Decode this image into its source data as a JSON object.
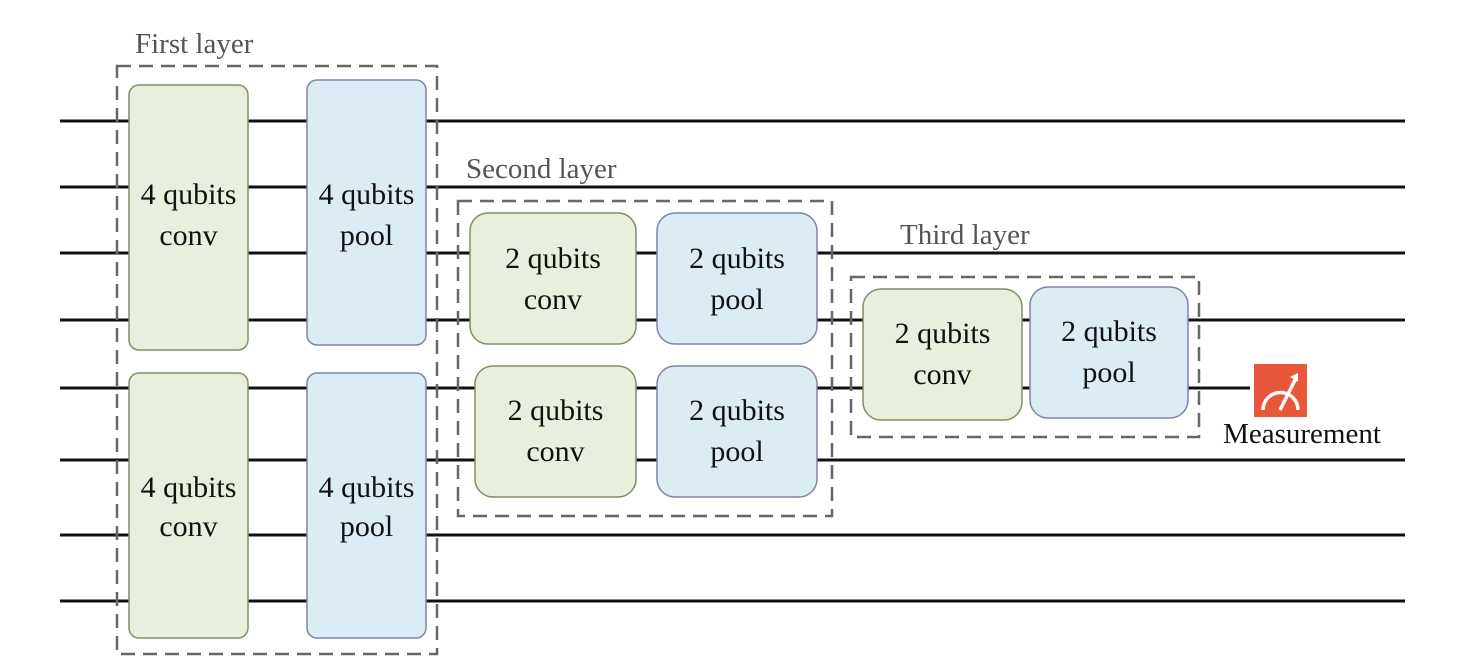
{
  "colors": {
    "conv_fill": "#e8efdd",
    "pool_fill": "#dbecf4",
    "wire": "#111111",
    "layer_border": "#666666",
    "measurement_icon": "#e8573a"
  },
  "layers": {
    "first": {
      "label": "First layer"
    },
    "second": {
      "label": "Second layer"
    },
    "third": {
      "label": "Third layer"
    }
  },
  "gates": {
    "l1_conv_top": [
      "4 qubits",
      "conv"
    ],
    "l1_pool_top": [
      "4 qubits",
      "pool"
    ],
    "l1_conv_bottom": [
      "4 qubits",
      "conv"
    ],
    "l1_pool_bottom": [
      "4 qubits",
      "pool"
    ],
    "l2_conv_top": [
      "2 qubits",
      "conv"
    ],
    "l2_pool_top": [
      "2 qubits",
      "pool"
    ],
    "l2_conv_bottom": [
      "2 qubits",
      "conv"
    ],
    "l2_pool_bottom": [
      "2 qubits",
      "pool"
    ],
    "l3_conv": [
      "2 qubits",
      "conv"
    ],
    "l3_pool": [
      "2 qubits",
      "pool"
    ]
  },
  "measurement": {
    "label": "Measurement",
    "icon": "gauge-icon"
  }
}
